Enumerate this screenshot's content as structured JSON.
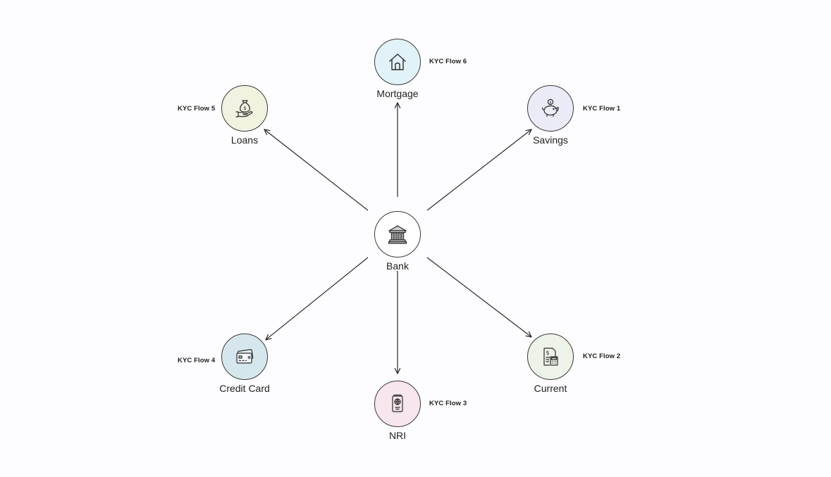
{
  "hub": {
    "label": "Bank",
    "icon": "bank-icon"
  },
  "nodes": [
    {
      "id": "mortgage",
      "label": "Mortgage",
      "flow": "KYC Flow 6",
      "icon": "house-icon",
      "fill": "#e1f3f9"
    },
    {
      "id": "savings",
      "label": "Savings",
      "flow": "KYC Flow 1",
      "icon": "piggy-bank-icon",
      "fill": "#ebebf8"
    },
    {
      "id": "current",
      "label": "Current",
      "flow": "KYC Flow 2",
      "icon": "invoice-calculator-icon",
      "fill": "#eef3ea"
    },
    {
      "id": "nri",
      "label": "NRI",
      "flow": "KYC Flow 3",
      "icon": "passport-icon",
      "fill": "#f7e6ed"
    },
    {
      "id": "credit_card",
      "label": "Credit Card",
      "flow": "KYC Flow 4",
      "icon": "credit-card-icon",
      "fill": "#d5e7ec"
    },
    {
      "id": "loans",
      "label": "Loans",
      "flow": "KYC Flow 5",
      "icon": "money-bag-hand-icon",
      "fill": "#f2f2e1"
    }
  ],
  "colors": {
    "background": "#fdfcfe",
    "stroke": "#2b2b2b"
  }
}
